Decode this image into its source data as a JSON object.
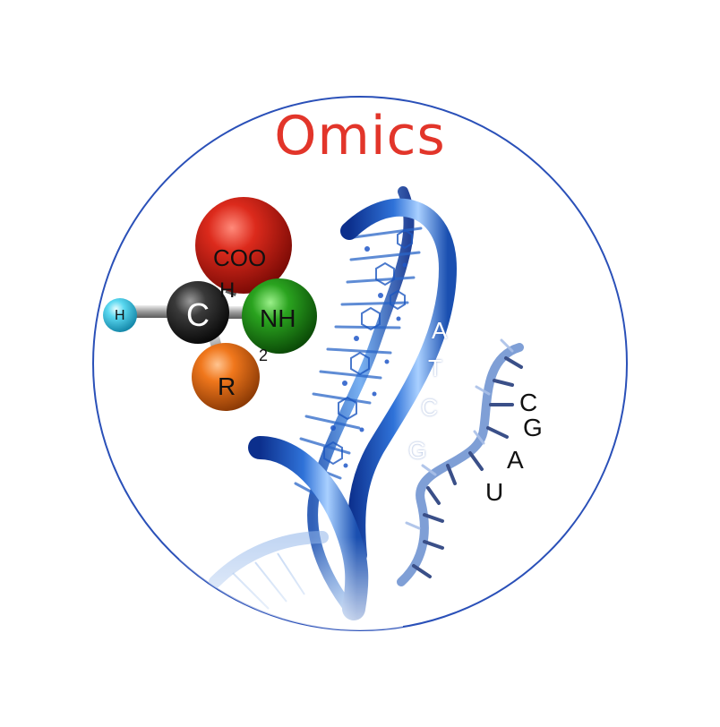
{
  "title": "Omics",
  "colors": {
    "title": "#e2352a",
    "circle_border": "#2a50b8",
    "dna_blue": "#2a66c8",
    "atom_cooh": "#c4170f",
    "atom_c": "#2a2a2a",
    "atom_nh": "#1a8a14",
    "atom_h": "#3fd0ec",
    "atom_r": "#ee6e17"
  },
  "amino_acid": {
    "cooh": "COO",
    "cooh_h": "H",
    "c": "C",
    "nh": "NH",
    "nh_sub": "2",
    "h": "H",
    "r": "R"
  },
  "dna_bases": [
    "A",
    "T",
    "C",
    "G"
  ],
  "rna_bases": [
    "C",
    "G",
    "A",
    "U"
  ],
  "icons": [
    "amino-acid-molecule-icon",
    "dna-double-helix-icon",
    "rna-strand-icon"
  ]
}
